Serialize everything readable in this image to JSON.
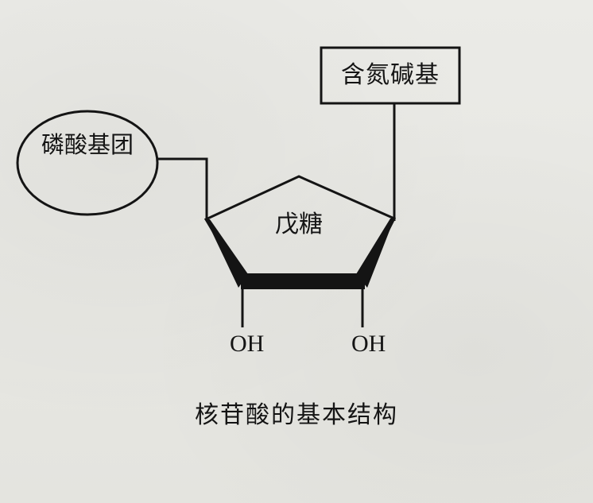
{
  "diagram": {
    "nitrogenous_base": "含氮碱基",
    "phosphate_group": "磷酸基团",
    "pentose": "戊糖",
    "hydroxyl_left": "OH",
    "hydroxyl_right": "OH"
  },
  "caption": "核苷酸的基本结构",
  "colors": {
    "ink": "#141414",
    "paper": "#e7e7e3"
  }
}
